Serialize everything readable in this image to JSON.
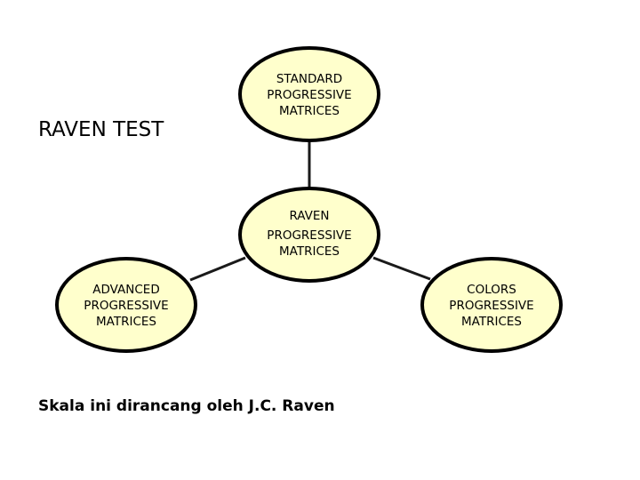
{
  "title": "RAVEN TEST",
  "caption": "Skala ini dirancang oleh J.C. Raven",
  "colors": {
    "node_fill": "#FFFFCC",
    "node_stroke": "#000000",
    "connector": "#1a1a1a"
  },
  "nodes": {
    "center": {
      "lines": [
        "RAVEN",
        "PROGRESSIVE",
        "MATRICES"
      ]
    },
    "top": {
      "lines": [
        "STANDARD",
        "PROGRESSIVE",
        "MATRICES"
      ]
    },
    "left": {
      "lines": [
        "ADVANCED",
        "PROGRESSIVE",
        "MATRICES"
      ]
    },
    "right": {
      "lines": [
        "COLORS",
        "PROGRESSIVE",
        "MATRICES"
      ]
    }
  }
}
